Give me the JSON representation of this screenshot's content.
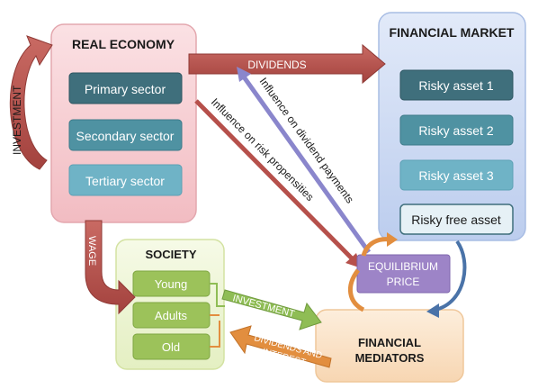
{
  "real_economy": {
    "title": "REAL ECONOMY",
    "sectors": [
      "Primary sector",
      "Secondary sector",
      "Tertiary sector"
    ]
  },
  "financial_market": {
    "title": "FINANCIAL MARKET",
    "assets": [
      "Risky asset 1",
      "Risky asset 2",
      "Risky asset 3",
      "Risky free asset"
    ]
  },
  "society": {
    "title": "SOCIETY",
    "groups": [
      "Young",
      "Adults",
      "Old"
    ]
  },
  "financial_mediators": {
    "title_line1": "FINANCIAL",
    "title_line2": "MEDIATORS"
  },
  "equilibrium_price": {
    "line1": "EQUILIBRIUM",
    "line2": "PRICE"
  },
  "flows": {
    "investment_left": "INVESTMENT",
    "dividends": "DIVIDENDS",
    "wage": "WAGE",
    "investment_society": "INVESTMENT",
    "dividends_interest_line1": "DIVIDENDS AND",
    "dividends_interest_line2": "INTEREST",
    "influence_risk": "Influence on risk propensities",
    "influence_dividend": "Influence on dividend payments"
  },
  "colors": {
    "real_economy_bg": "#f6cdd2",
    "financial_market_bg": "#cfdcf4",
    "society_bg": "#eef6d4",
    "mediators_bg": "#fbe3c8",
    "sector_primary": "#3f6f7c",
    "sector_secondary": "#4f92a2",
    "sector_tertiary": "#6fb3c6",
    "asset_1": "#3f6f7c",
    "asset_2": "#4f92a2",
    "asset_3": "#6fb3c6",
    "asset_free": "#e6f1f6",
    "society_item": "#9cc25a",
    "equilibrium": "#9d84c7",
    "arrow_red": "#b6504b",
    "arrow_green": "#8fbd55",
    "arrow_orange": "#e28e3f",
    "arrow_purple": "#8a86cc",
    "arrow_blue": "#4a73a8"
  }
}
